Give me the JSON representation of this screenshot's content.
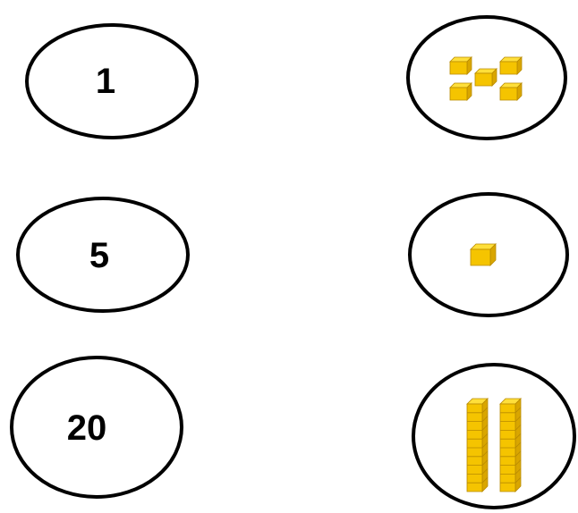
{
  "numbers": [
    {
      "label": "1"
    },
    {
      "label": "5"
    },
    {
      "label": "20"
    }
  ],
  "pictures": [
    {
      "icon": "five-unit-cubes",
      "count": 5
    },
    {
      "icon": "single-unit-cube",
      "count": 1
    },
    {
      "icon": "two-ten-rods",
      "count": 20
    }
  ],
  "colors": {
    "cube_top": "#ffdf3a",
    "cube_front": "#f5c400",
    "cube_side": "#d9a600",
    "cube_edge": "#b88a00",
    "ring": "#000000"
  }
}
